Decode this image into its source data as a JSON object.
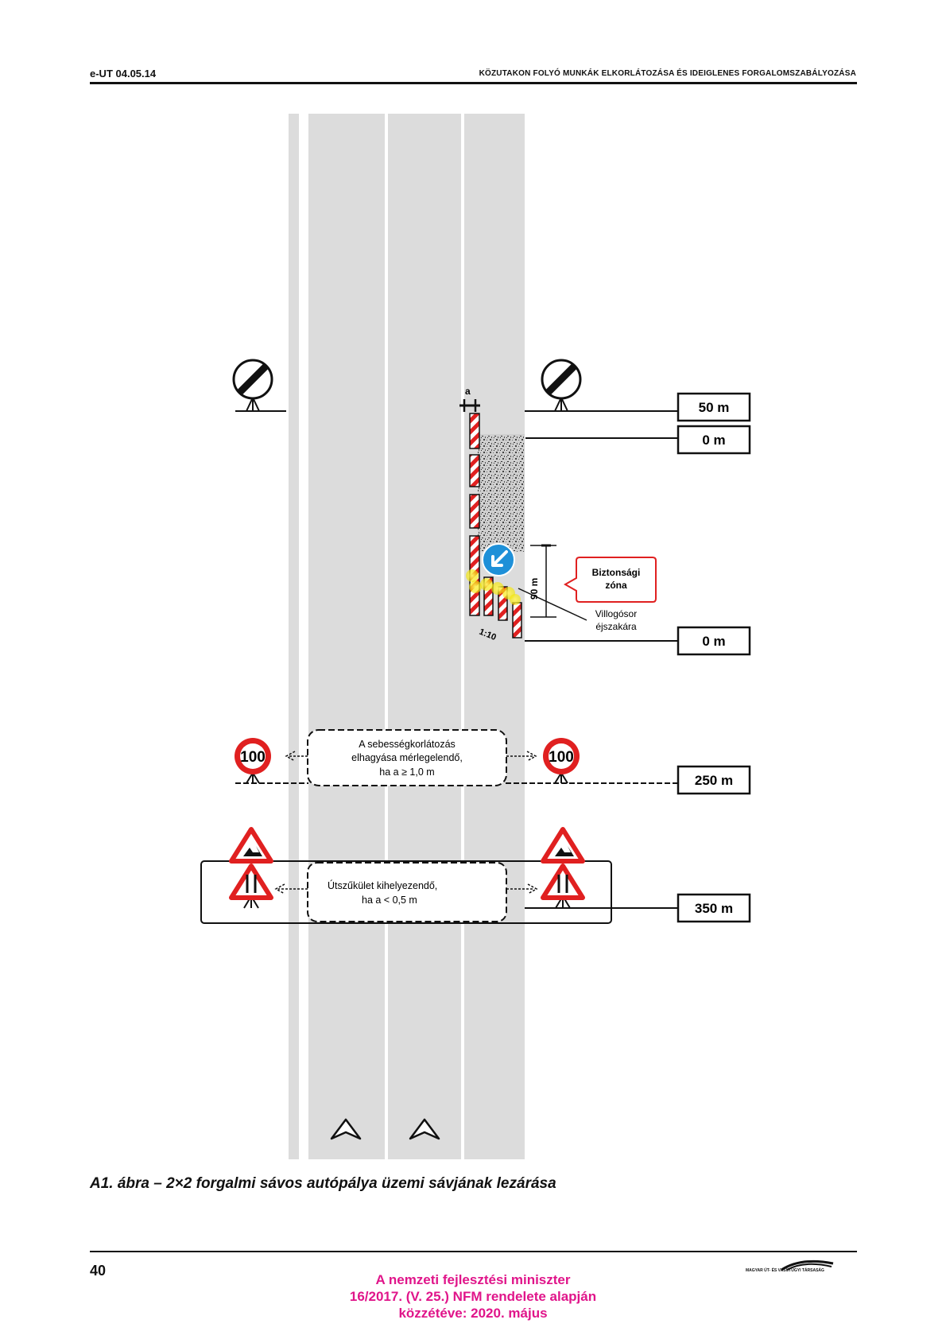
{
  "header": {
    "left": "e-UT 04.05.14",
    "right": "KÖZUTAKON FOLYÓ MUNKÁK ELKORLÁTOZÁSA ÉS IDEIGLENES FORGALOMSZABÁLYOZÁSA"
  },
  "diagram": {
    "distances": [
      "50 m",
      "0 m",
      "0 m",
      "250 m",
      "350 m"
    ],
    "marker_a": "a",
    "length_label": "90 m",
    "taper_label": "1:10",
    "safety_zone": [
      "Biztonsági",
      "zóna"
    ],
    "flasher": [
      "Villogósor",
      "éjszakára"
    ],
    "speed_sign_value": "100",
    "speed_note": [
      "A sebességkorlátozás",
      "elhagyása mérlegelendő,",
      "ha a ≥ 1,0 m"
    ],
    "narrow_note": [
      "Útszűkület kihelyezendő,",
      "ha a < 0,5 m"
    ],
    "colors": {
      "road": "#dcdcdc",
      "barrier_red": "#e02020",
      "info_blue": "#1e90d8",
      "flash_yellow": "#f3e600",
      "safety_red": "#e02020"
    }
  },
  "caption": "A1. ábra – 2×2 forgalmi sávos autópálya üzemi sávjának lezárása",
  "footer": {
    "page": "40",
    "note": "A nemzeti fejlesztési miniszter\n16/2017. (V. 25.) NFM rendelete alapján\nközzétéve: 2020. május",
    "logo_text": "MAGYAR ÚT- ÉS VASÚTÜGYI TÁRSASÁG"
  }
}
